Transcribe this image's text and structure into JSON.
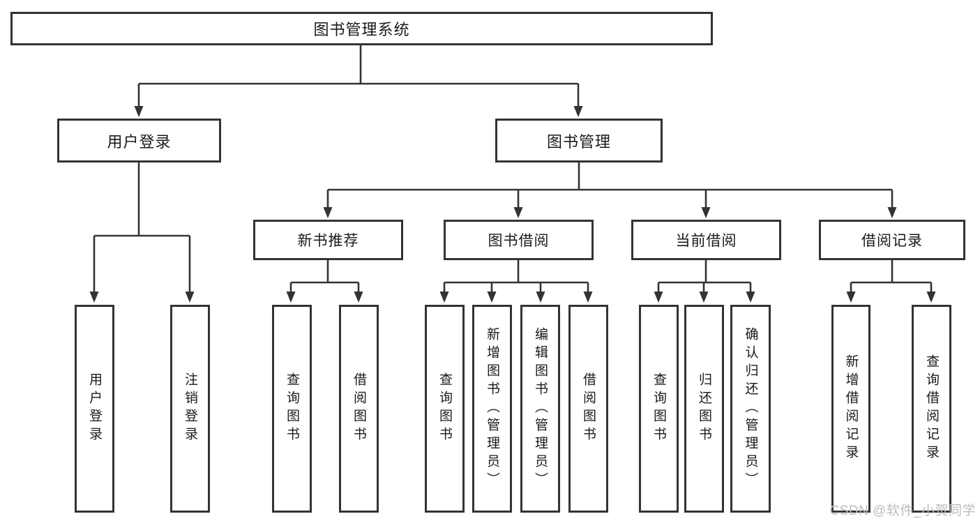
{
  "diagram": {
    "colors": {
      "line": "#333333",
      "text": "#1a1a1a",
      "background": "#ffffff",
      "watermark": "#bcbcbc"
    },
    "nodes": {
      "root": {
        "label": "图书管理系统"
      },
      "userLogin": {
        "label": "用户登录",
        "children": [
          {
            "label": "用户登录"
          },
          {
            "label": "注销登录"
          }
        ]
      },
      "bookManagement": {
        "label": "图书管理"
      },
      "newBookRecommend": {
        "label": "新书推荐",
        "children": [
          {
            "label": "查询图书"
          },
          {
            "label": "借阅图书"
          }
        ]
      },
      "bookBorrow": {
        "label": "图书借阅",
        "children": [
          {
            "label": "查询图书"
          },
          {
            "label": "新增图书（管理员）"
          },
          {
            "label": "编辑图书（管理员）"
          },
          {
            "label": "借阅图书"
          }
        ]
      },
      "currentBorrow": {
        "label": "当前借阅",
        "children": [
          {
            "label": "查询图书"
          },
          {
            "label": "归还图书"
          },
          {
            "label": "确认归还（管理员）"
          }
        ]
      },
      "borrowRecords": {
        "label": "借阅记录",
        "children": [
          {
            "label": "新增借阅记录"
          },
          {
            "label": "查询借阅记录"
          }
        ]
      }
    },
    "watermark": "CSDN @软件_小贺同学"
  }
}
